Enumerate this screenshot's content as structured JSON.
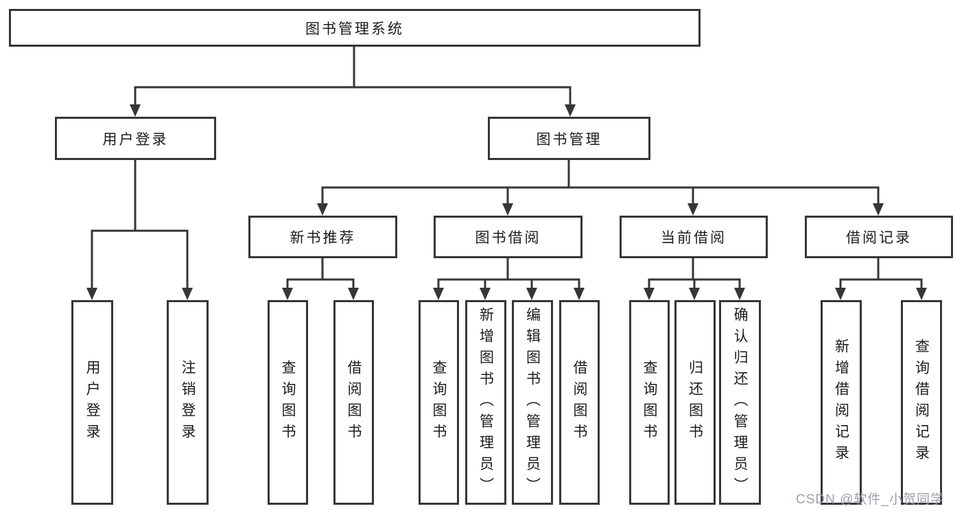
{
  "tree": {
    "root": {
      "label": "图书管理系统"
    },
    "branches": [
      {
        "label": "用户登录",
        "leaves": [
          {
            "label": "用户登录"
          },
          {
            "label": "注销登录"
          }
        ]
      },
      {
        "label": "图书管理",
        "sections": [
          {
            "label": "新书推荐",
            "leaves": [
              {
                "label": "查询图书"
              },
              {
                "label": "借阅图书"
              }
            ]
          },
          {
            "label": "图书借阅",
            "leaves": [
              {
                "label": "查询图书"
              },
              {
                "label": "新增图书（管理员）"
              },
              {
                "label": "编辑图书（管理员）"
              },
              {
                "label": "借阅图书"
              }
            ]
          },
          {
            "label": "当前借阅",
            "leaves": [
              {
                "label": "查询图书"
              },
              {
                "label": "归还图书"
              },
              {
                "label": "确认归还（管理员）"
              }
            ]
          },
          {
            "label": "借阅记录",
            "leaves": [
              {
                "label": "新增借阅记录"
              },
              {
                "label": "查询借阅记录"
              }
            ]
          }
        ]
      }
    ]
  },
  "watermark": {
    "text": "CSDN @软件_小贺同学"
  },
  "colors": {
    "line": "#363636",
    "box_border": "#363636",
    "text": "#1c1c1c",
    "background": "#ffffff",
    "watermark": "#9aa0a8"
  }
}
